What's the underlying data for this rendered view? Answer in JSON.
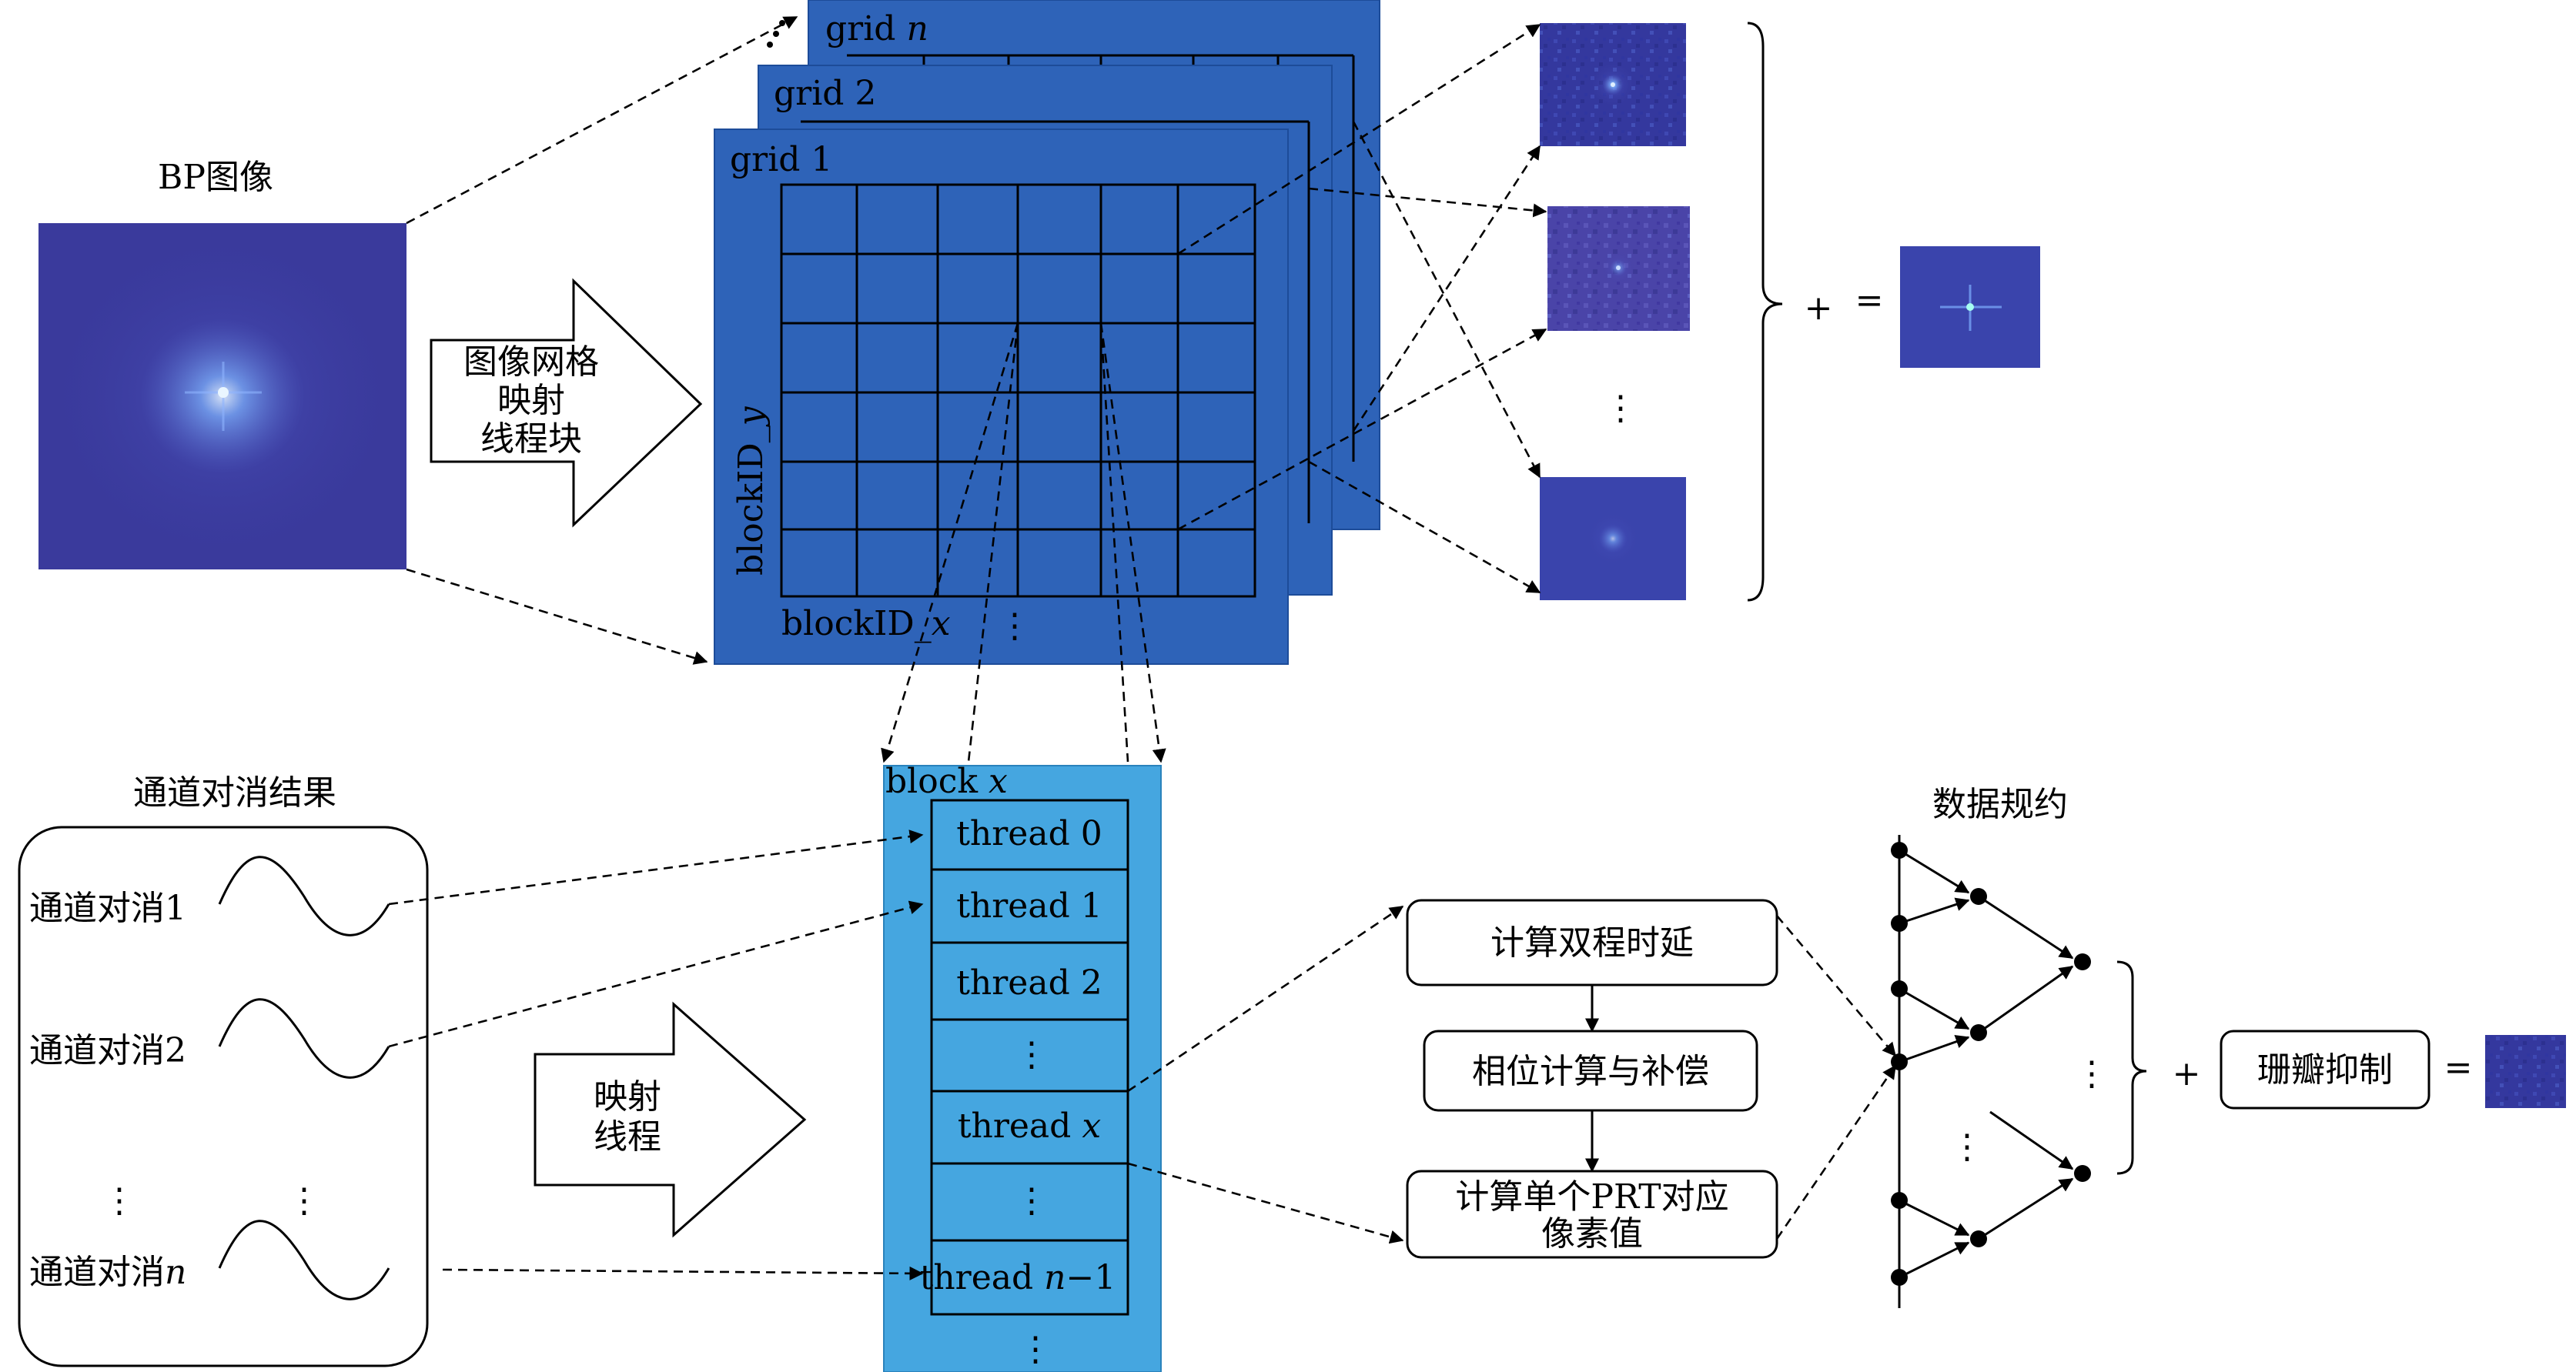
{
  "bp_image_label": "BP图像",
  "arrow_big_label": [
    "图像网格",
    "映射",
    "线程块"
  ],
  "grid_labels": {
    "grid_n_prefix": "grid ",
    "grid_n_var": "n",
    "grid_2": "grid 2",
    "grid_1": "grid 1"
  },
  "axis_labels": {
    "blockid_y_prefix": "blockID",
    "blockid_y_suffix": "_y",
    "blockid_x_prefix": "blockID",
    "blockid_x_suffix": "_x"
  },
  "vdots": "⋮",
  "plus": "+",
  "equals": "=",
  "channel_box_title": "通道对消结果",
  "channel_items": [
    "通道对消1",
    "通道对消2"
  ],
  "channel_item_n_prefix": "通道对消",
  "channel_item_n_var": "n",
  "arrow_small_label": [
    "映射",
    "线程"
  ],
  "block_label_prefix": "block ",
  "block_label_var": "x",
  "threads": {
    "t0": "thread 0",
    "t1": "thread 1",
    "t2": "thread 2",
    "tx_prefix": "thread ",
    "tx_var": "x",
    "tn_prefix": "thread ",
    "tn_var": "n",
    "tn_suffix": "−1"
  },
  "process_steps": {
    "s1": "计算双程时延",
    "s2": "相位计算与补偿",
    "s3_line1": "计算单个PRT对应",
    "s3_line2": "像素值"
  },
  "reduction_title": "数据规约",
  "sidelobe_label": "珊瓣抑制",
  "colors": {
    "bp_blue": "#3a3a9c",
    "grid_blue": "#2e63b8",
    "block_blue": "#45a6e0",
    "thumb_blue": "#3b3fa6"
  }
}
